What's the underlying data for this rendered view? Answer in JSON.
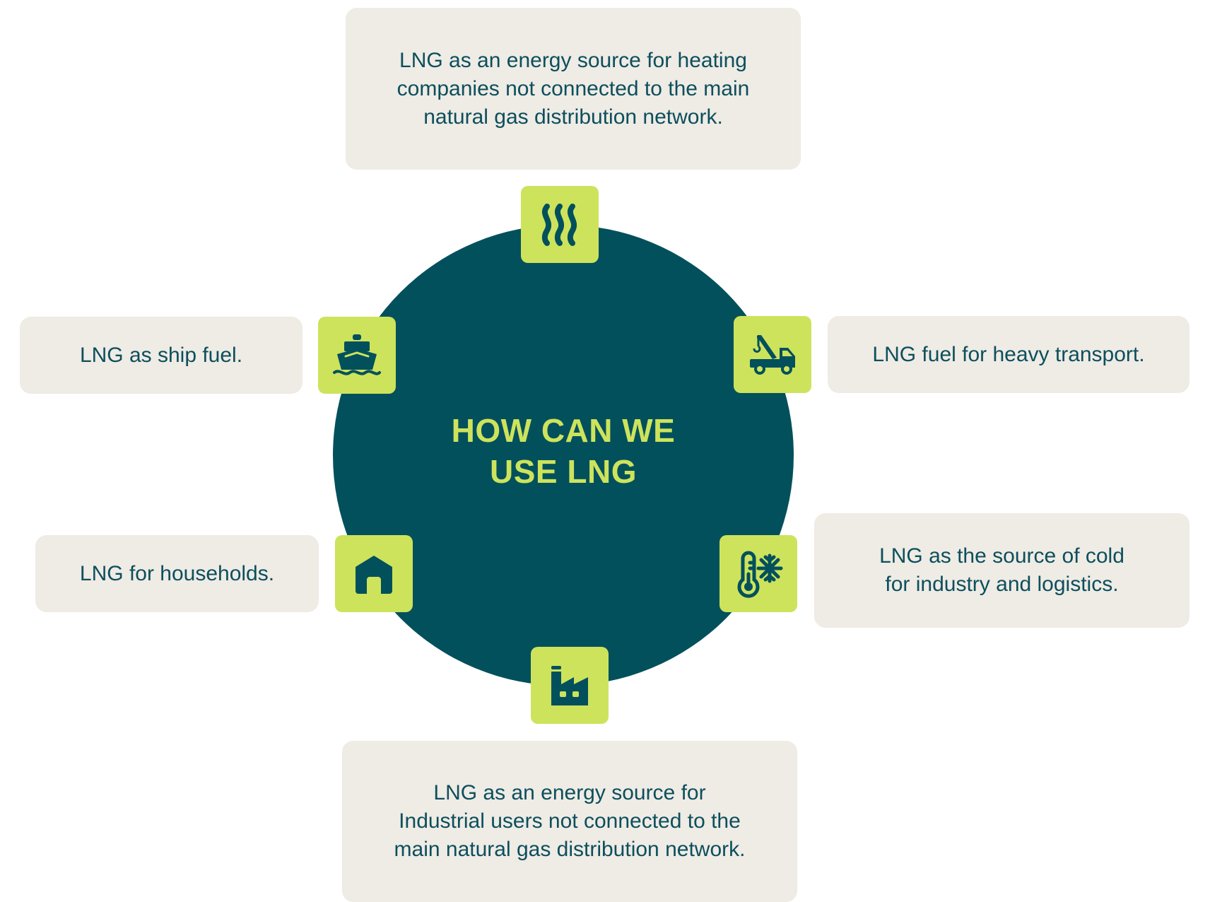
{
  "center": {
    "title": "HOW CAN WE\nUSE LNG"
  },
  "colors": {
    "circle": "#02505c",
    "accent": "#cde35c",
    "box_background": "#efebe5",
    "text": "#0c4f5c"
  },
  "uses": [
    {
      "id": "heating",
      "icon": "heat-waves-icon",
      "text": "LNG as an energy source for heating\ncompanies not connected to the main\nnatural gas distribution network."
    },
    {
      "id": "heavy-transport",
      "icon": "tow-truck-icon",
      "text": "LNG fuel for heavy transport."
    },
    {
      "id": "cold",
      "icon": "thermometer-snowflake-icon",
      "text": "LNG as the source of cold\nfor industry and logistics."
    },
    {
      "id": "industrial",
      "icon": "factory-icon",
      "text": "LNG as an energy source for\nIndustrial users not connected to the\nmain natural gas distribution network."
    },
    {
      "id": "households",
      "icon": "house-icon",
      "text": "LNG for households."
    },
    {
      "id": "ship-fuel",
      "icon": "ship-icon",
      "text": "LNG as ship fuel."
    }
  ]
}
